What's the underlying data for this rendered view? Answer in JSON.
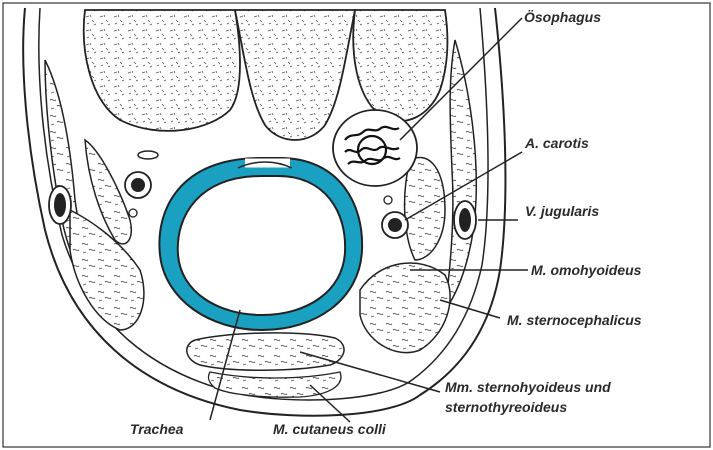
{
  "labels": {
    "oesophagus": "Ösophagus",
    "carotis": "A. carotis",
    "jugularis": "V. jugularis",
    "omohyoideus": "M. omohyoideus",
    "sternocephalicus": "M. sternocephalicus",
    "sternohyoideus_line1": "Mm. sternohyoideus und",
    "sternohyoideus_line2": "sternothyreoideus",
    "trachea": "Trachea",
    "cutaneus": "M. cutaneus colli"
  },
  "colors": {
    "trachea_cartilage": "#1aa0c0",
    "outline": "#222222",
    "background": "#ffffff"
  }
}
